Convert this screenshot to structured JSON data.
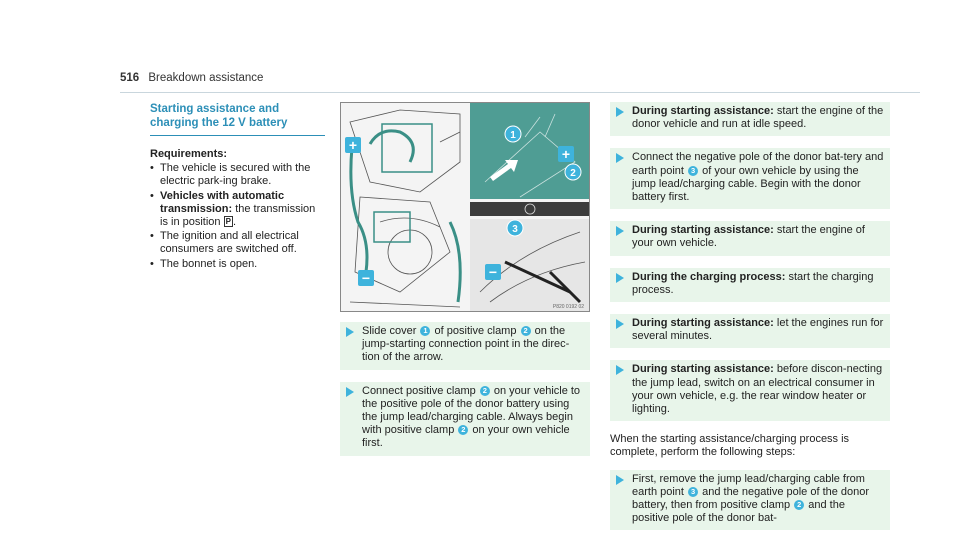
{
  "page": {
    "number": "516",
    "title": "Breakdown assistance"
  },
  "section": {
    "title": "Starting assistance and charging the 12 V battery",
    "requirements_label": "Requirements:",
    "requirements": [
      {
        "text": "The vehicle is secured with the electric park-ing brake."
      },
      {
        "bold": "Vehicles with automatic transmission:",
        "text": " the transmission is in position ",
        "symbol": "P",
        "after": "."
      },
      {
        "text": "The ignition and all electrical consumers are switched off."
      },
      {
        "text": "The bonnet is open."
      }
    ]
  },
  "figure": {
    "callouts": [
      "1",
      "2",
      "3"
    ],
    "plus_symbol": "+",
    "minus_symbol": "−",
    "code": "P820 0192 02"
  },
  "steps_mid": [
    {
      "pre": "Slide cover ",
      "n1": "1",
      "mid": " of positive clamp ",
      "n2": "2",
      "post": " on the jump-starting connection point in the direc-tion of the arrow."
    },
    {
      "pre": "Connect positive clamp ",
      "n1": "2",
      "mid": " on your vehicle to the positive pole of the donor battery using the jump lead/charging cable. Always begin with positive clamp ",
      "n2": "2",
      "post": " on your own vehicle first."
    }
  ],
  "steps_right": [
    {
      "bold": "During starting assistance:",
      "text": " start the engine of the donor vehicle and run at idle speed."
    },
    {
      "pre": "Connect the negative pole of the donor bat-tery and earth point ",
      "n": "3",
      "post": " of your own vehicle by using the jump lead/charging cable. Begin with the donor battery first."
    },
    {
      "bold": "During starting assistance:",
      "text": " start the engine of your own vehicle."
    },
    {
      "bold": "During the charging process:",
      "text": " start the charging process."
    },
    {
      "bold": "During starting assistance:",
      "text": " let the engines run for several minutes."
    },
    {
      "bold": "During starting assistance:",
      "text": " before discon-necting the jump lead, switch on an electrical consumer in your own vehicle, e.g. the rear window heater or lighting."
    }
  ],
  "completion_text": "When the starting assistance/charging process is complete, perform the following steps:",
  "final_step": {
    "pre": "First, remove the jump lead/charging cable from earth point ",
    "n1": "3",
    "mid": " and the negative pole of the donor battery, then from positive clamp ",
    "n2": "2",
    "post": " and the positive pole of the donor bat-"
  },
  "colors": {
    "accent": "#3eb3dc",
    "heading": "#2c8fb7",
    "step_bg": "#e8f5ea",
    "fig_teal": "#3a8f86"
  }
}
